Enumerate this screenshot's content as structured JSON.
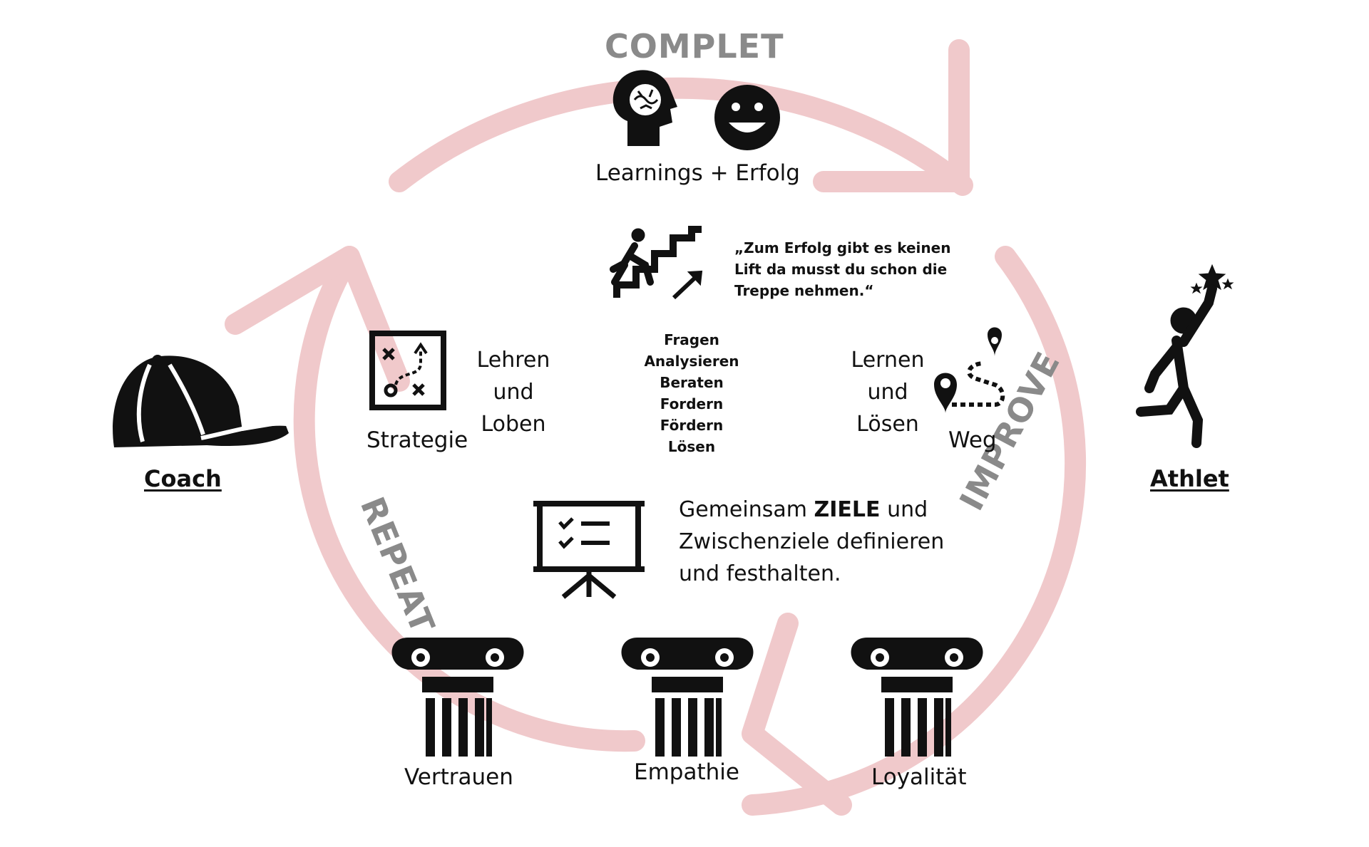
{
  "cycle": {
    "top": "COMPLET",
    "right": "IMPROVE",
    "left": "REPEAT"
  },
  "colors": {
    "arrow": "#f0c9cb",
    "ink": "#111111",
    "cycle_text": "#8a8a8a"
  },
  "top": {
    "caption": "Learnings + Erfolg",
    "icons": [
      "brain-head-icon",
      "smiley-icon"
    ]
  },
  "quote": {
    "line1": "„Zum Erfolg gibt es keinen",
    "line2": "Lift da musst du schon die",
    "line3": "Treppe nehmen.“"
  },
  "center_list": [
    "Fragen",
    "Analysieren",
    "Beraten",
    "Fordern",
    "Fördern",
    "Lösen"
  ],
  "left_block": {
    "icon_label": "Strategie",
    "line1": "Lehren",
    "line2": "und",
    "line3": "Loben"
  },
  "right_block": {
    "icon_label": "Weg",
    "line1": "Lernen",
    "line2": "und",
    "line3": "Lösen"
  },
  "goals": {
    "prefix": "Gemeinsam ",
    "bold": "ZIELE",
    "suffix": " und",
    "line2": "Zwischenziele definieren",
    "line3": "und festhalten."
  },
  "pillars": [
    "Vertrauen",
    "Empathie",
    "Loyalität"
  ],
  "roles": {
    "left": "Coach",
    "right": "Athlet"
  }
}
